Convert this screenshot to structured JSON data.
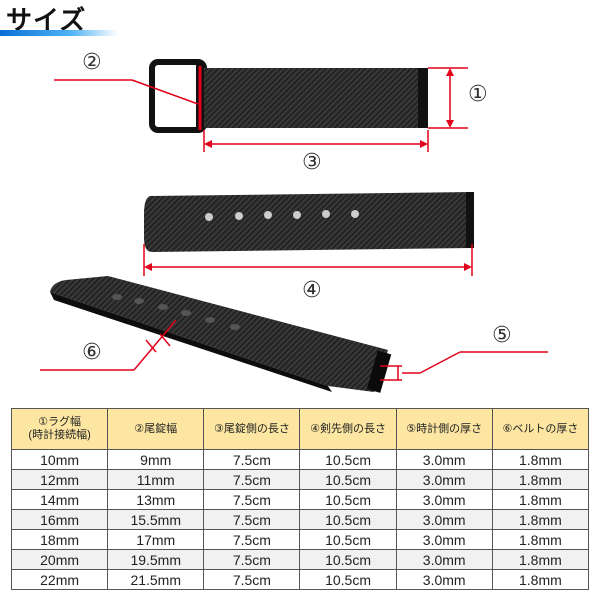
{
  "title": "サイズ",
  "callouts": {
    "lug_width": "①",
    "buckle_width": "②",
    "buckle_side_length": "③",
    "tip_side_length": "④",
    "watch_side_thickness": "⑤",
    "belt_thickness": "⑥"
  },
  "table": {
    "headers": [
      {
        "line1": "①ラグ幅",
        "line2": "(時計接続幅)"
      },
      {
        "line1": "②尾錠幅",
        "line2": ""
      },
      {
        "line1": "③尾錠側の長さ",
        "line2": ""
      },
      {
        "line1": "④剣先側の長さ",
        "line2": ""
      },
      {
        "line1": "⑤時計側の厚さ",
        "line2": ""
      },
      {
        "line1": "⑥ベルトの厚さ",
        "line2": ""
      }
    ],
    "rows": [
      [
        "10mm",
        "9mm",
        "7.5cm",
        "10.5cm",
        "3.0mm",
        "1.8mm"
      ],
      [
        "12mm",
        "11mm",
        "7.5cm",
        "10.5cm",
        "3.0mm",
        "1.8mm"
      ],
      [
        "14mm",
        "13mm",
        "7.5cm",
        "10.5cm",
        "3.0mm",
        "1.8mm"
      ],
      [
        "16mm",
        "15.5mm",
        "7.5cm",
        "10.5cm",
        "3.0mm",
        "1.8mm"
      ],
      [
        "18mm",
        "17mm",
        "7.5cm",
        "10.5cm",
        "3.0mm",
        "1.8mm"
      ],
      [
        "20mm",
        "19.5mm",
        "7.5cm",
        "10.5cm",
        "3.0mm",
        "1.8mm"
      ],
      [
        "22mm",
        "21.5mm",
        "7.5cm",
        "10.5cm",
        "3.0mm",
        "1.8mm"
      ]
    ]
  },
  "colors": {
    "accent_red": "#e3001b",
    "header_bg": "#fce6a2",
    "strap": "#1b1b1b",
    "title_bar": "#0a6fd6"
  }
}
